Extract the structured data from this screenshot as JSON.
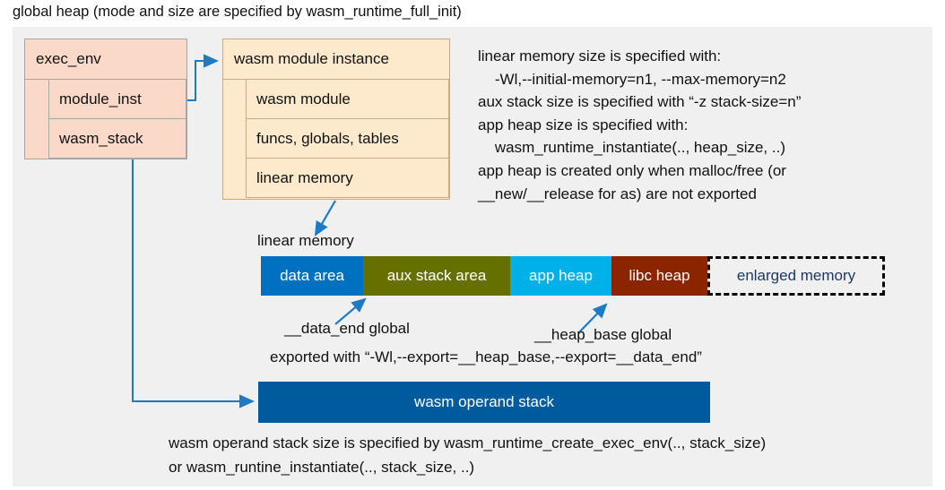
{
  "title": "global heap (mode and size are specified by wasm_runtime_full_init)",
  "exec_env": {
    "header": "exec_env",
    "fields": [
      "module_inst",
      "wasm_stack"
    ]
  },
  "module_instance": {
    "header": "wasm module instance",
    "fields": [
      "wasm module",
      "funcs, globals, tables",
      "linear memory"
    ]
  },
  "notes": {
    "text": "linear memory size is specified with:\n    -Wl,--initial-memory=n1, --max-memory=n2\naux stack size is specified with “-z stack-size=n”\napp heap size is specified with:\n    wasm_runtime_instantiate(.., heap_size, ..)\napp heap is created only when malloc/free (or\n__new/__release for as) are not exported"
  },
  "linear_memory": {
    "label": "linear memory",
    "segments": [
      {
        "label": "data area",
        "color": "#0070c0",
        "text_color": "#ffffff",
        "width": 114,
        "dashed": false
      },
      {
        "label": "aux stack area",
        "color": "#667000",
        "text_color": "#ffffff",
        "width": 164,
        "dashed": false
      },
      {
        "label": "app heap",
        "color": "#00b0e8",
        "text_color": "#ffffff",
        "width": 113,
        "dashed": false
      },
      {
        "label": "libc heap",
        "color": "#8b2500",
        "text_color": "#ffffff",
        "width": 107,
        "dashed": false
      },
      {
        "label": "enlarged memory",
        "color": "#f0f0f0",
        "text_color": "#1f3864",
        "width": 198,
        "dashed": true
      }
    ]
  },
  "annotations": {
    "data_end": "__data_end global",
    "heap_base": "__heap_base global",
    "exported_with": "exported with “-Wl,--export=__heap_base,--export=__data_end”"
  },
  "operand_stack": {
    "label": "wasm operand stack",
    "color": "#005b9e",
    "note": "wasm operand stack size is specified by wasm_runtime_create_exec_env(.., stack_size)\nor wasm_runtine_instantiate(.., stack_size, ..)"
  },
  "colors": {
    "panel_background": "#f0f0f0",
    "exec_env_fill": "#fbd9c9",
    "module_instance_fill": "#fdeacd",
    "connector": "#1f7ac4"
  }
}
